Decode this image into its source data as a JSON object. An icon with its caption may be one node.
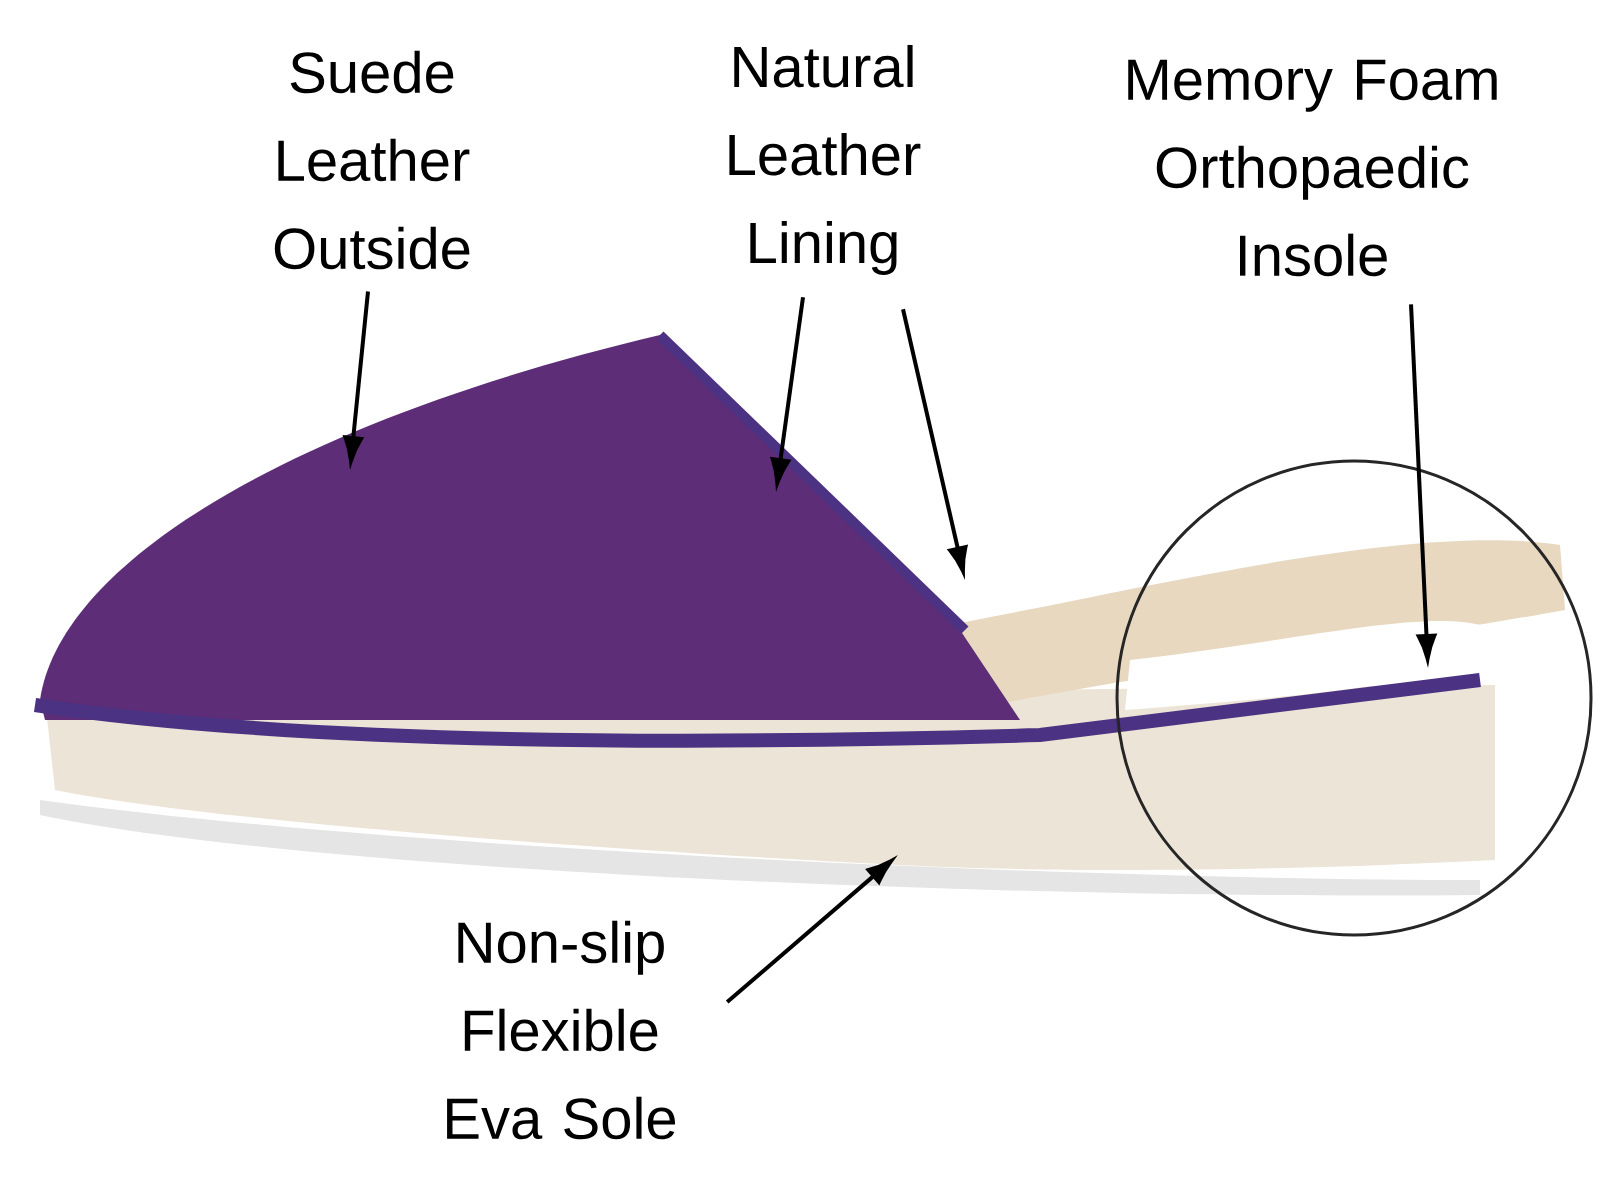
{
  "diagram": {
    "nodes": [
      {
        "text": [
          "Suede Leather Outside"
        ]
      },
      {
        "text": [
          "Natural Leather Lining"
        ]
      },
      {
        "text": [
          "Memory Foam Orthopaedic Insole"
        ]
      },
      {
        "text": [
          "Non-slip Flexible Eva Sole"
        ]
      }
    ],
    "edges": [
      {
        "from": 0,
        "to": null,
        "arrow": "to"
      },
      {
        "from": 1,
        "to": null,
        "arrow": "to"
      },
      {
        "from": 1,
        "to": null,
        "arrow": "to"
      },
      {
        "from": 2,
        "to": null,
        "arrow": "to"
      },
      {
        "from": 3,
        "to": null,
        "arrow": "to"
      }
    ]
  }
}
